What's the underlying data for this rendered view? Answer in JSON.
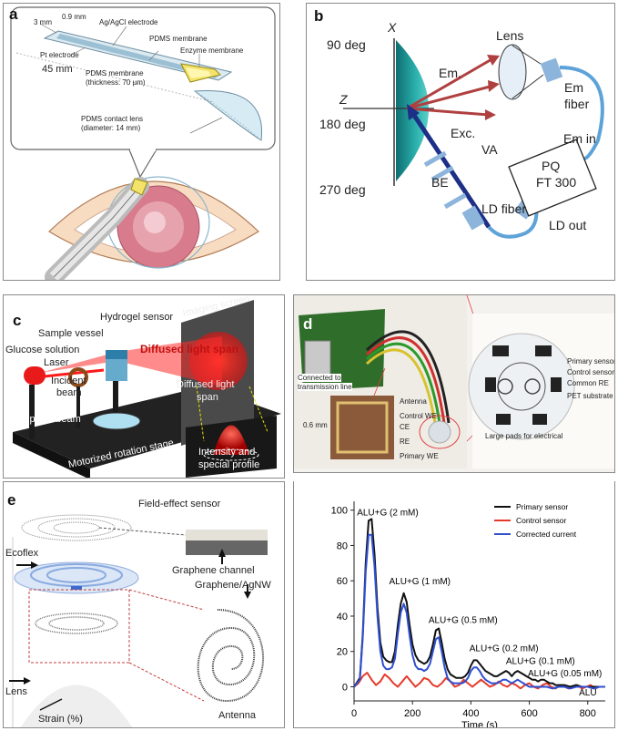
{
  "panels": {
    "a": {
      "label": "a",
      "dim_3mm": "3 mm",
      "dim_09mm": "0.9 mm",
      "agcl": "Ag/AgCl electrode",
      "pdms_membrane": "PDMS membrane",
      "enzyme": "Enzyme membrane",
      "pt": "Pt electrode",
      "len45": "45 mm",
      "pdms70": "PDMS membrane",
      "thick": "(thickness: 70 µm)",
      "lens": "PDMS contact lens",
      "diam": "(diameter: 14 mm)"
    },
    "b": {
      "label": "b",
      "x_axis": "X",
      "z_axis": "Z",
      "deg90": "90 deg",
      "deg180": "180 deg",
      "deg270": "270 deg",
      "lens": "Lens",
      "em": "Em.",
      "exc": "Exc.",
      "em_fiber_1": "Em",
      "em_fiber_2": "fiber",
      "em_in": "Em in",
      "va": "VA",
      "be": "BE",
      "pq_1": "PQ",
      "pq_2": "FT 300",
      "ld_fiber": "LD fiber",
      "ld_out": "LD out"
    },
    "c": {
      "label": "c",
      "hydrogel": "Hydrogel sensor",
      "imaging": "Imaging screen",
      "sample": "Sample vessel",
      "glucose": "Glucose solution",
      "laser": "Laser",
      "diffused": "Diffused light span",
      "incident_1": "Incident",
      "incident_2": "beam",
      "diffused2_1": "Diffused light",
      "diffused2_2": "span",
      "optical": "Optical beam",
      "motor": "Motorized rotation stage",
      "intensity_1": "Intensity and",
      "intensity_2": "special profile"
    },
    "d": {
      "label": "d",
      "connected_1": "Connected to",
      "connected_2": "transmission line",
      "dim": "0.6 mm",
      "antenna": "Antenna",
      "control_we": "Control WE",
      "ce": "CE",
      "re": "RE",
      "primary_we": "Primary WE",
      "primary_sensor": "Primary sensor",
      "control_sensor": "Control sensor",
      "common_re": "Common RE",
      "pet": "PET substrate",
      "pads": "Large pads for electrical"
    },
    "e": {
      "label": "e",
      "fet": "Field-effect sensor",
      "ecoflex": "Ecoflex",
      "graphene_channel": "Graphene channel",
      "graphene_agnw": "Graphene/AgNW",
      "lens": "Lens",
      "strain": "Strain (%)",
      "antenna": "Antenna"
    }
  },
  "chart_data": {
    "type": "line",
    "xlabel": "Time (s)",
    "ylabel": "",
    "xlim": [
      0,
      860
    ],
    "ylim": [
      -8,
      105
    ],
    "xticks": [
      0,
      200,
      400,
      600,
      800
    ],
    "yticks": [
      0,
      20,
      40,
      60,
      80,
      100
    ],
    "legend_position": "top-right",
    "series": [
      {
        "name": "Primary sensor",
        "color": "#111111",
        "x": [
          0,
          20,
          30,
          40,
          50,
          60,
          70,
          80,
          90,
          100,
          110,
          120,
          130,
          140,
          150,
          160,
          170,
          180,
          190,
          200,
          210,
          220,
          230,
          240,
          250,
          260,
          270,
          280,
          290,
          300,
          310,
          320,
          330,
          340,
          350,
          360,
          370,
          380,
          390,
          400,
          410,
          420,
          430,
          440,
          450,
          460,
          470,
          480,
          490,
          500,
          510,
          520,
          530,
          540,
          550,
          560,
          570,
          580,
          590,
          600,
          610,
          620,
          630,
          640,
          650,
          660,
          670,
          680,
          690,
          700,
          720,
          740,
          760,
          780,
          800,
          820,
          840,
          860
        ],
        "y": [
          0,
          5,
          30,
          70,
          94,
          95,
          75,
          45,
          25,
          17,
          15,
          14,
          14,
          20,
          35,
          47,
          53,
          48,
          35,
          24,
          18,
          15,
          14,
          13,
          14,
          17,
          24,
          32,
          33,
          25,
          16,
          10,
          7,
          6,
          5,
          5,
          5,
          6,
          8,
          12,
          15,
          15,
          13,
          11,
          9,
          8,
          7,
          6,
          6,
          7,
          8,
          9,
          8,
          6,
          8,
          9,
          8,
          7,
          6,
          5,
          4,
          4,
          3,
          4,
          4,
          3,
          2,
          2,
          1,
          1,
          1,
          0,
          1,
          0,
          0,
          0,
          0,
          0
        ]
      },
      {
        "name": "Control sensor",
        "color": "#e53a2a",
        "x": [
          0,
          15,
          30,
          45,
          60,
          75,
          90,
          105,
          120,
          135,
          150,
          165,
          180,
          195,
          210,
          225,
          240,
          255,
          270,
          285,
          300,
          315,
          330,
          345,
          360,
          375,
          390,
          405,
          420,
          435,
          450,
          465,
          480,
          495,
          510,
          525,
          540,
          555,
          570,
          585,
          600,
          615,
          630,
          645,
          660,
          675,
          690,
          705,
          720,
          735,
          750,
          765,
          780,
          795,
          810,
          825,
          840,
          860
        ],
        "y": [
          0,
          2,
          6,
          8,
          4,
          1,
          3,
          7,
          5,
          2,
          0,
          3,
          6,
          3,
          0,
          2,
          5,
          4,
          1,
          0,
          2,
          5,
          3,
          0,
          1,
          4,
          2,
          0,
          2,
          4,
          2,
          0,
          1,
          3,
          1,
          0,
          2,
          1,
          -1,
          1,
          2,
          0,
          -1,
          1,
          2,
          0,
          -1,
          1,
          0,
          -1,
          0,
          1,
          -1,
          0,
          1,
          -1,
          0,
          0
        ]
      },
      {
        "name": "Corrected current",
        "color": "#2f4fd0",
        "x": [
          0,
          20,
          30,
          40,
          50,
          60,
          70,
          80,
          90,
          100,
          110,
          120,
          130,
          140,
          150,
          160,
          170,
          180,
          190,
          200,
          210,
          220,
          230,
          240,
          250,
          260,
          270,
          280,
          290,
          300,
          310,
          320,
          330,
          340,
          350,
          360,
          370,
          380,
          390,
          400,
          410,
          420,
          430,
          440,
          450,
          460,
          470,
          480,
          490,
          500,
          510,
          520,
          530,
          540,
          550,
          560,
          570,
          580,
          590,
          600,
          620,
          640,
          660,
          680,
          700,
          720,
          740,
          760,
          780,
          800,
          820,
          840,
          860
        ],
        "y": [
          0,
          4,
          28,
          65,
          86,
          86,
          68,
          40,
          20,
          12,
          10,
          10,
          11,
          16,
          30,
          42,
          47,
          42,
          29,
          18,
          12,
          10,
          10,
          9,
          10,
          13,
          20,
          27,
          28,
          20,
          11,
          5,
          3,
          2,
          2,
          2,
          2,
          3,
          5,
          9,
          11,
          11,
          9,
          6,
          4,
          3,
          2,
          2,
          2,
          3,
          4,
          4,
          3,
          2,
          3,
          4,
          3,
          2,
          1,
          0,
          0,
          0,
          0,
          -1,
          0,
          0,
          -1,
          0,
          0,
          0,
          -1,
          0,
          0
        ]
      }
    ],
    "annotations": [
      {
        "text": "ALU+G (2 mM)",
        "x": 10,
        "y": 97
      },
      {
        "text": "ALU+G (1 mM)",
        "x": 120,
        "y": 58
      },
      {
        "text": "ALU+G (0.5 mM)",
        "x": 255,
        "y": 36
      },
      {
        "text": "ALU+G (0.2 mM)",
        "x": 395,
        "y": 20
      },
      {
        "text": "ALU+G (0.1 mM)",
        "x": 520,
        "y": 13
      },
      {
        "text": "ALU+G (0.05 mM)",
        "x": 595,
        "y": 6
      },
      {
        "text": "ALU",
        "x": 770,
        "y": -5
      }
    ]
  }
}
